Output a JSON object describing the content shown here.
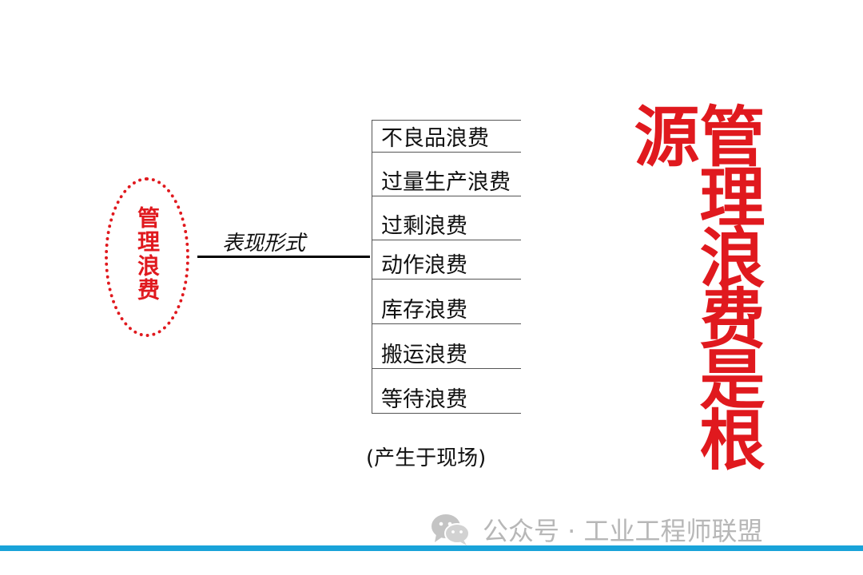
{
  "left_concept": {
    "label": "管理浪费"
  },
  "connector": {
    "label": "表现形式"
  },
  "waste_list": {
    "items": [
      "不良品浪费",
      "过量生产浪费",
      "过剩浪费",
      "动作浪费",
      "库存浪费",
      "搬运浪费",
      "等待浪费"
    ],
    "footnote": "(产生于现场)"
  },
  "headline": {
    "text": "管理浪费是根源"
  },
  "watermark": {
    "icon": "wechat-icon",
    "text": "公众号 · 工业工程师联盟"
  },
  "colors": {
    "accent": "#e0191e",
    "bar": "#19a3d9",
    "watermark": "#b7b7b7"
  }
}
